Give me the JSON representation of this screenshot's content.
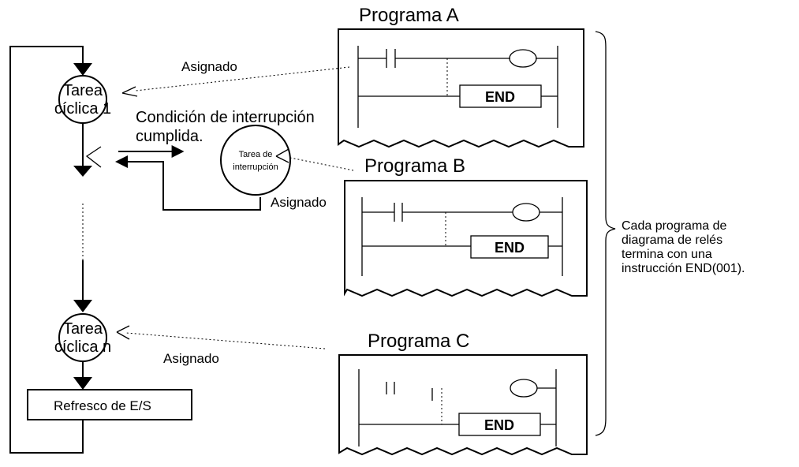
{
  "programs": {
    "a_title": "Programa A",
    "b_title": "Programa B",
    "c_title": "Programa C",
    "end_label": "END"
  },
  "flow": {
    "task1_line1": "Tarea",
    "task1_line2": "cíclica 1",
    "taskn_line1": "Tarea",
    "taskn_line2": "cíclica n",
    "interrupt_line1": "Tarea de",
    "interrupt_line2": "interrupción",
    "condition_line1": "Condición de interrupción",
    "condition_line2": "cumplida.",
    "refresh": "Refresco de E/S"
  },
  "labels": {
    "assigned_a": "Asignado",
    "assigned_b": "Asignado",
    "assigned_c": "Asignado"
  },
  "note": {
    "line1": "Cada programa de",
    "line2": "diagrama de relés",
    "line3": "termina con una",
    "line4": "instrucción END(001)."
  }
}
